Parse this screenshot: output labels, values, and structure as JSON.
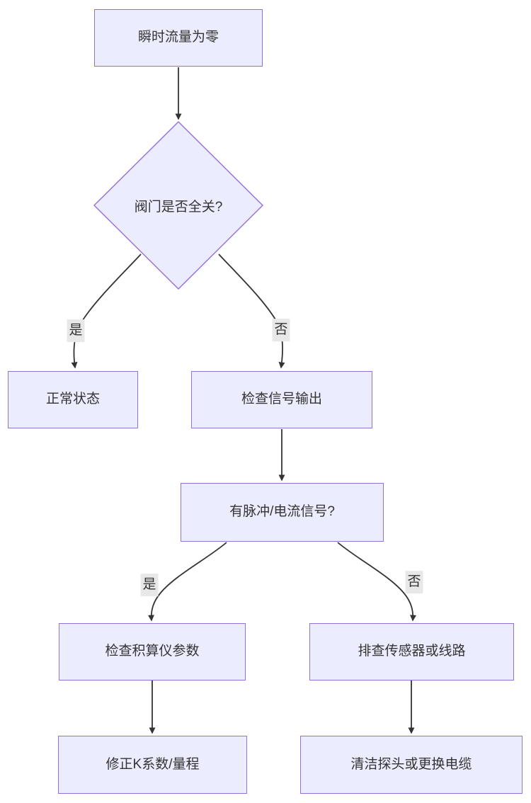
{
  "colors": {
    "background": "#ffffff",
    "node_fill": "#ECECFF",
    "node_border": "#9370DB",
    "edge_line": "#333333",
    "text": "#333333",
    "edge_label_bg": "#e8e8e8"
  },
  "nodes": {
    "start": {
      "label": "瞬时流量为零",
      "shape": "rect"
    },
    "valve_decision": {
      "label": "阀门是否全关?",
      "shape": "diamond"
    },
    "normal": {
      "label": "正常状态",
      "shape": "rect"
    },
    "check_signal": {
      "label": "检查信号输出",
      "shape": "rect"
    },
    "signal_decision": {
      "label": "有脉冲/电流信号?",
      "shape": "rect"
    },
    "check_totalizer": {
      "label": "检查积算仪参数",
      "shape": "rect"
    },
    "check_sensor": {
      "label": "排查传感器或线路",
      "shape": "rect"
    },
    "fix_k_factor": {
      "label": "修正K系数/量程",
      "shape": "rect"
    },
    "clean_probe": {
      "label": "清洁探头或更换电缆",
      "shape": "rect"
    }
  },
  "edge_labels": {
    "valve_yes": "是",
    "valve_no": "否",
    "signal_yes": "是",
    "signal_no": "否"
  }
}
